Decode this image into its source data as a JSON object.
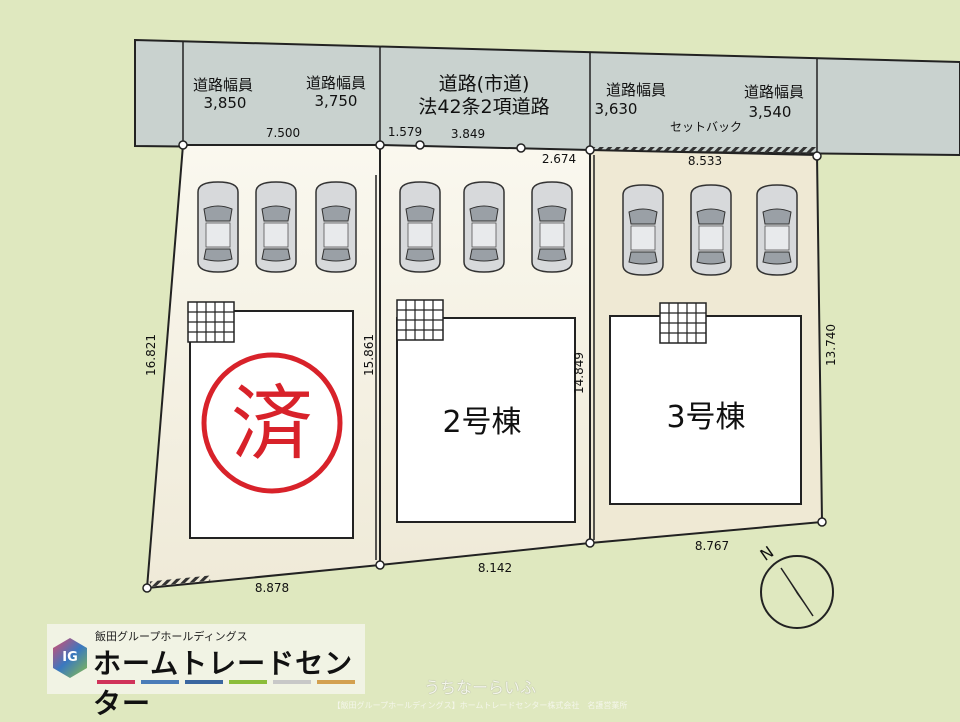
{
  "road": {
    "title": "道路(市道)",
    "subtitle": "法42条2項道路",
    "widths": [
      {
        "label": "道路幅員",
        "value": "3,850"
      },
      {
        "label": "道路幅員",
        "value": "3,750"
      },
      {
        "label": "道路幅員",
        "value": "3,630"
      },
      {
        "label": "道路幅員",
        "value": "3,540"
      }
    ],
    "setback": "セットバック"
  },
  "dimensions": {
    "front1": "7.500",
    "front2a": "1.579",
    "front2b": "3.849",
    "front2c": "2.674",
    "front3": "8.533",
    "left1": "16.821",
    "side12": "15.861",
    "side23": "14.849",
    "right3": "13.740",
    "back1": "8.878",
    "back2": "8.142",
    "back3": "8.767"
  },
  "lots": [
    {
      "label": "",
      "stamp": "済"
    },
    {
      "label": "2号棟"
    },
    {
      "label": "3号棟"
    }
  ],
  "compass": {
    "label": "N"
  },
  "logo": {
    "group": "飯田グループホールディングス",
    "name": "ホームトレードセンター",
    "mark": "IG",
    "bar_colors": [
      "#d0335a",
      "#4a7cb8",
      "#3a66a0",
      "#8bbd3a",
      "#c8c8c8",
      "#d3a050"
    ]
  },
  "brand": "うちなーらいふ",
  "footer": "【飯田グループホールディングス】ホームトレードセンター株式会社　名護営業所",
  "colors": {
    "background": "#dfe8bf",
    "road": "#c9d2cf",
    "lot": "#f5f1e4",
    "stamp": "#d8222a"
  }
}
